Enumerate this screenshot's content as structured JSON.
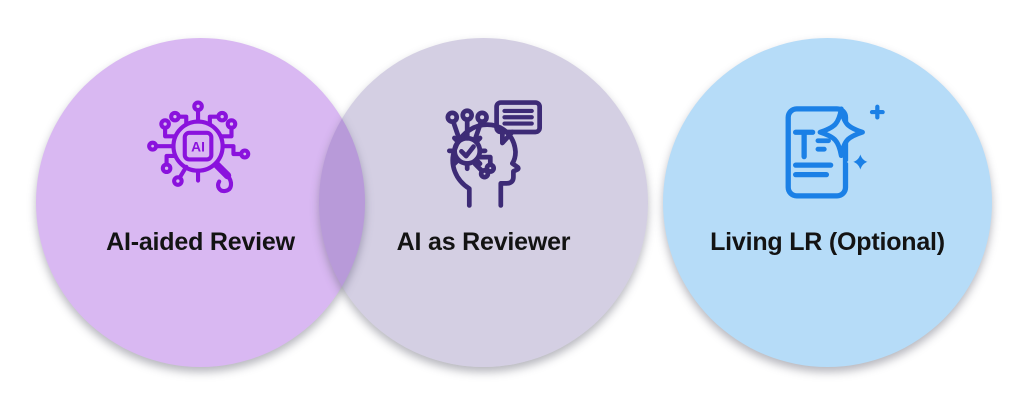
{
  "diagram": {
    "background_color": "#ffffff",
    "circles": [
      {
        "label": "AI-aided Review",
        "icon": "ai-chip-magnifier-icon",
        "fill": "#d9b8f2",
        "icon_color": "#8a12dd",
        "icon_text": "AI"
      },
      {
        "label": "AI as Reviewer",
        "icon": "ai-head-gear-speech-icon",
        "fill": "#d2cde1",
        "overlap_fill": "#b79ade",
        "icon_color": "#3d2b76"
      },
      {
        "label": "Living LR (Optional)",
        "icon": "document-sparkles-icon",
        "fill": "#b6dcf8",
        "icon_color": "#1b80e6"
      }
    ]
  }
}
